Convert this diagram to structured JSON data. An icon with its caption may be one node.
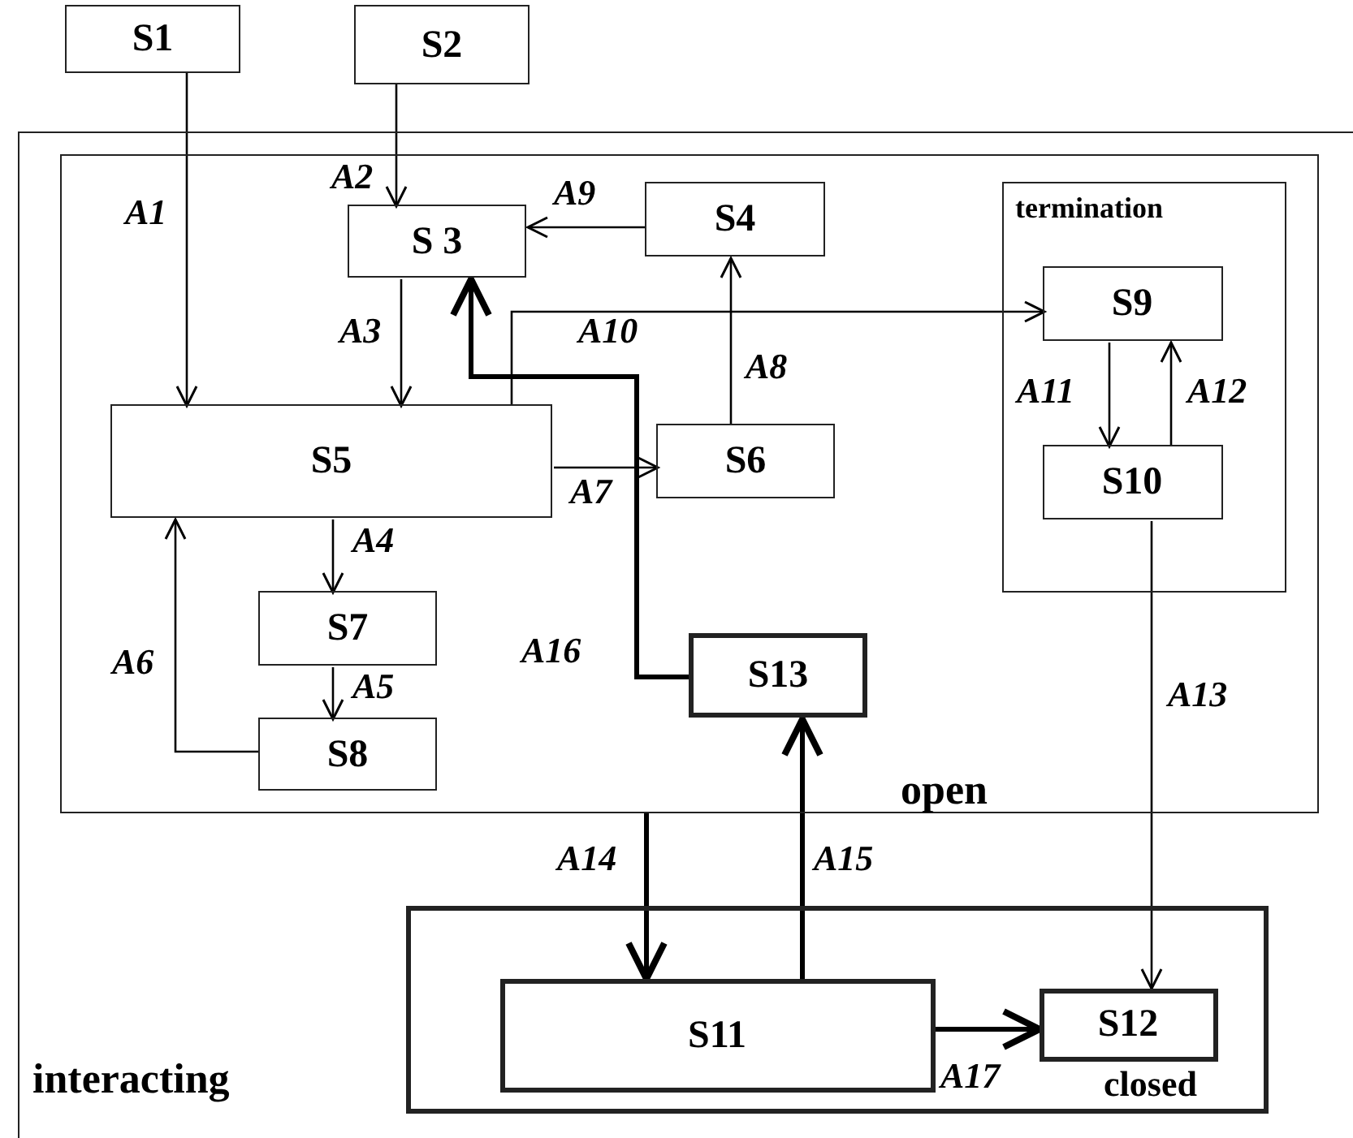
{
  "diagram": {
    "nodes": [
      {
        "text": [
          "S1"
        ]
      },
      {
        "text": [
          "S2"
        ]
      },
      {
        "text": [
          "interacting"
        ]
      },
      {
        "text": [
          "open"
        ],
        "in": 2
      },
      {
        "text": [
          "S 3"
        ],
        "in": 3
      },
      {
        "text": [
          "S4"
        ],
        "in": 3
      },
      {
        "text": [
          "termination"
        ],
        "in": 3
      },
      {
        "text": [
          "S9"
        ],
        "in": 6
      },
      {
        "text": [
          "S10"
        ],
        "in": 6
      },
      {
        "text": [
          "S5"
        ],
        "in": 3
      },
      {
        "text": [
          "S6"
        ],
        "in": 3
      },
      {
        "text": [
          "S7"
        ],
        "in": 3
      },
      {
        "text": [
          "S13"
        ],
        "in": 3
      },
      {
        "text": [
          "S8"
        ],
        "in": 3
      },
      {
        "text": [
          "closed"
        ],
        "in": 2
      },
      {
        "text": [
          "S11"
        ],
        "in": 14
      },
      {
        "text": [
          "S12"
        ],
        "in": 14
      }
    ],
    "edges": [
      {
        "from": 0,
        "to": 9,
        "arrow": "to",
        "label": "A1"
      },
      {
        "from": 1,
        "to": 4,
        "arrow": "to",
        "label": "A2"
      },
      {
        "from": 4,
        "to": 9,
        "arrow": "to",
        "label": "A3"
      },
      {
        "from": 9,
        "to": 11,
        "arrow": "to",
        "label": "A4"
      },
      {
        "from": 11,
        "to": 13,
        "arrow": "to",
        "label": "A5"
      },
      {
        "from": 13,
        "to": 9,
        "arrow": "to",
        "label": "A6"
      },
      {
        "from": 9,
        "to": 10,
        "arrow": "to",
        "label": "A7"
      },
      {
        "from": 10,
        "to": 5,
        "arrow": "to",
        "label": "A8"
      },
      {
        "from": 5,
        "to": 4,
        "arrow": "to",
        "label": "A9"
      },
      {
        "from": 9,
        "to": 7,
        "arrow": "to",
        "label": "A10"
      },
      {
        "from": 7,
        "to": 8,
        "arrow": "to",
        "label": "A11"
      },
      {
        "from": 8,
        "to": 7,
        "arrow": "to",
        "label": "A12"
      },
      {
        "from": 8,
        "to": 16,
        "arrow": "to",
        "label": "A13"
      },
      {
        "from": 3,
        "to": 15,
        "arrow": "to",
        "label": "A14",
        "style": "thick"
      },
      {
        "from": 15,
        "to": 12,
        "arrow": "to",
        "label": "A15",
        "style": "thick"
      },
      {
        "from": 12,
        "to": 4,
        "arrow": "to",
        "label": "A16",
        "style": "thick"
      },
      {
        "from": 15,
        "to": 16,
        "arrow": "to",
        "label": "A17",
        "style": "thick"
      }
    ]
  }
}
